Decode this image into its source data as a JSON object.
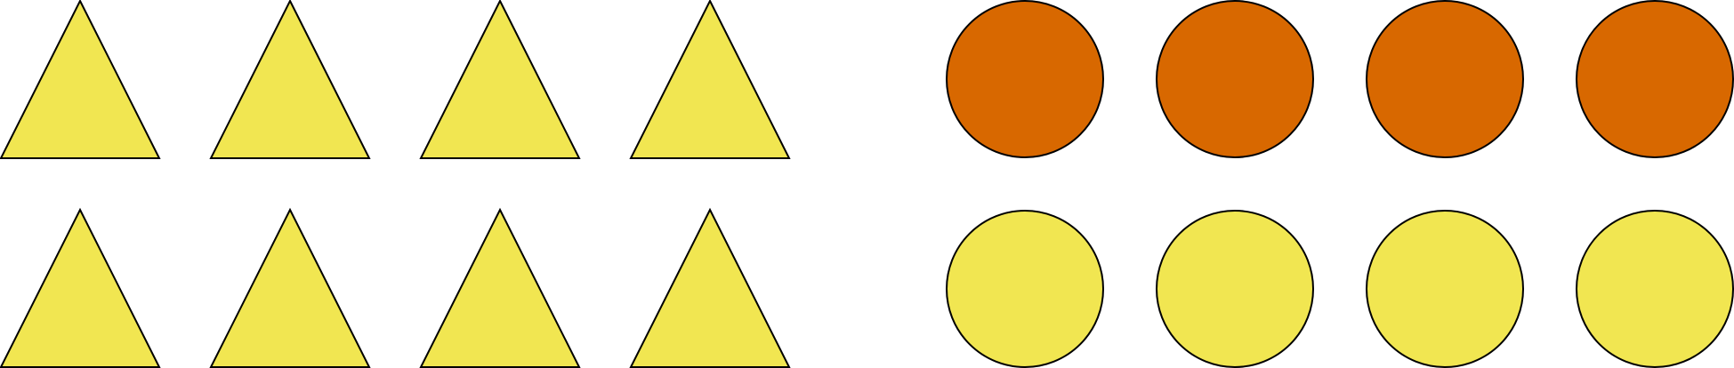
{
  "colors": {
    "yellow": "#F1E651",
    "orange": "#D86800",
    "outline": "#000000",
    "background": "#FFFFFF"
  },
  "groups": [
    {
      "shape": "triangle",
      "rows": [
        {
          "count": 4,
          "color": "yellow"
        },
        {
          "count": 4,
          "color": "yellow"
        }
      ]
    },
    {
      "shape": "circle",
      "rows": [
        {
          "count": 4,
          "color": "orange"
        },
        {
          "count": 4,
          "color": "yellow"
        }
      ]
    }
  ]
}
